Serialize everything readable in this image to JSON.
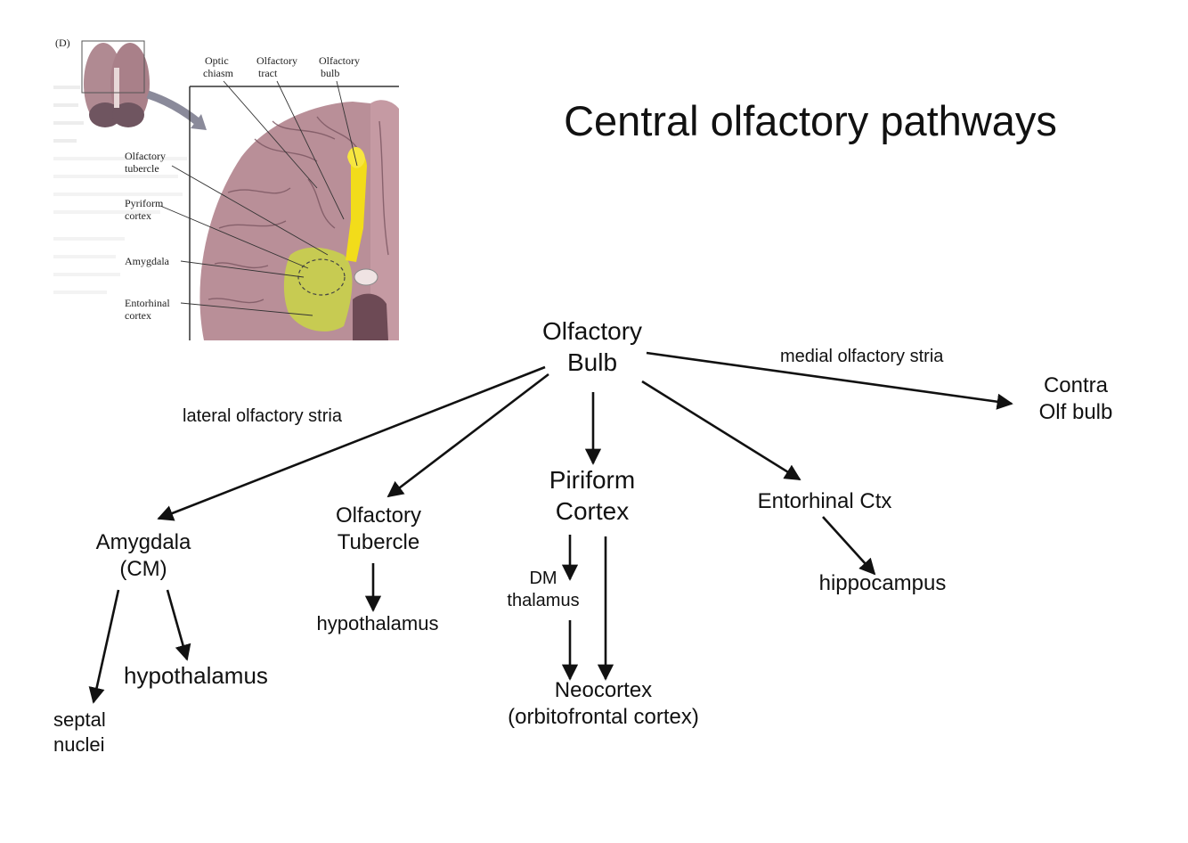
{
  "title": "Central olfactory pathways",
  "figure": {
    "panel_letter": "(D)",
    "labels": {
      "optic_chiasm": [
        "Optic",
        "chiasm"
      ],
      "olfactory_tract": [
        "Olfactory",
        "tract"
      ],
      "olfactory_bulb": [
        "Olfactory",
        "bulb"
      ],
      "olfactory_tubercle": [
        "Olfactory",
        "tubercle"
      ],
      "pyriform_cortex": [
        "Pyriform",
        "cortex"
      ],
      "amygdala": [
        "Amygdala"
      ],
      "entorhinal_cortex": [
        "Entorhinal",
        "cortex"
      ]
    }
  },
  "nodes": {
    "olfactory_bulb": [
      "Olfactory",
      "Bulb"
    ],
    "contra_olf_bulb": [
      "Contra",
      "Olf bulb"
    ],
    "amygdala": [
      "Amygdala",
      "(CM)"
    ],
    "olfactory_tubercle": [
      "Olfactory",
      "Tubercle"
    ],
    "piriform_cortex": [
      "Piriform",
      "Cortex"
    ],
    "entorhinal_ctx": [
      "Entorhinal Ctx"
    ],
    "hippocampus": [
      "hippocampus"
    ],
    "hypothalamus_tubercle": [
      "hypothalamus"
    ],
    "dm_thalamus": [
      "DM",
      "thalamus"
    ],
    "neocortex": [
      "Neocortex",
      "(orbitofrontal cortex)"
    ],
    "hypothalamus_amygdala": [
      "hypothalamus"
    ],
    "septal_nuclei": [
      "septal",
      "nuclei"
    ]
  },
  "edge_labels": {
    "medial": "medial olfactory stria",
    "lateral": "lateral olfactory stria"
  },
  "edges": [
    {
      "from": "olfactory_bulb",
      "to": "contra_olf_bulb",
      "label": "medial"
    },
    {
      "from": "olfactory_bulb",
      "to": "amygdala",
      "label": "lateral"
    },
    {
      "from": "olfactory_bulb",
      "to": "olfactory_tubercle"
    },
    {
      "from": "olfactory_bulb",
      "to": "piriform_cortex"
    },
    {
      "from": "olfactory_bulb",
      "to": "entorhinal_ctx"
    },
    {
      "from": "entorhinal_ctx",
      "to": "hippocampus"
    },
    {
      "from": "olfactory_tubercle",
      "to": "hypothalamus_tubercle"
    },
    {
      "from": "piriform_cortex",
      "to": "dm_thalamus"
    },
    {
      "from": "dm_thalamus",
      "to": "neocortex"
    },
    {
      "from": "piriform_cortex",
      "to": "neocortex"
    },
    {
      "from": "amygdala",
      "to": "hypothalamus_amygdala"
    },
    {
      "from": "amygdala",
      "to": "septal_nuclei"
    }
  ],
  "colors": {
    "brain": "#b98f98",
    "brain_dark": "#7a5560",
    "bulb_yellow": "#f2dc1a",
    "amygdala_green": "#c9d24a",
    "arrow": "#111111"
  }
}
